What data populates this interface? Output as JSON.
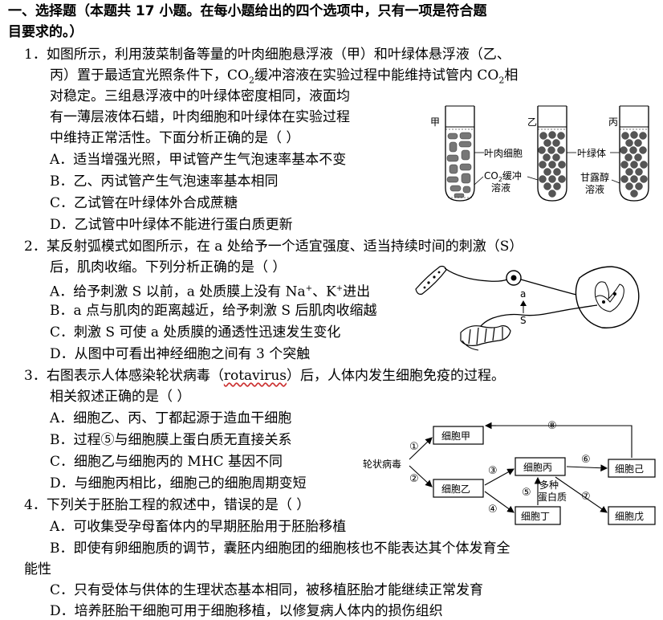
{
  "section": {
    "title_line1": "一、选择题（本题共 17 小题。在每小题给出的四个选项中，只有一项是符合题",
    "title_line2": "目要求的。）"
  },
  "q1": {
    "l1": "1．如图所示，利用菠菜制备等量的叶肉细胞悬浮液（甲）和叶绿体悬浮液（乙、",
    "l2a": "丙）置于最适宜光照条件下，CO",
    "l2b": "缓冲溶液在实验过程中能维持试管内 CO",
    "l2c": "相",
    "l3": "对稳定。三组悬浮液中的叶绿体密度相同，液面均",
    "l4": "有一薄层液体石蜡，叶肉细胞和叶绿体在实验过程",
    "l5": "中维持正常活性。下面分析正确的是（    ）",
    "A": "A．适当增强光照，甲试管产生气泡速率基本不变",
    "B": "B．乙、丙试管产生气泡速率基本相同",
    "C": "C．乙试管在叶绿体外合成蔗糖",
    "D": "D．乙试管中叶绿体不能进行蛋白质更新",
    "fig": {
      "jia": "甲",
      "yi": "乙",
      "bing": "丙",
      "meso": "叶肉细胞",
      "chloro": "叶绿体",
      "co2buf_a": "CO",
      "co2buf_b": "缓冲",
      "co2buf_c": "溶液",
      "glyc_a": "甘露醇",
      "glyc_b": "溶液",
      "sub2": "2"
    }
  },
  "q2": {
    "l1": "2．某反射弧模式如图所示，在 a 处给予一个适宜强度、适当持续时间的刺激（S）",
    "l2": "后，肌肉收缩。下列分析正确的是（    ）",
    "A": "A．给予刺激 S 以前，a 处质膜上没有 Na",
    "A2": "、K",
    "A3": "进出",
    "sup": "+",
    "B": "B．a 点与肌肉的距离越近，给予刺激 S 后肌肉收缩越",
    "C": "C．刺激 S 可使 a 处质膜的通透性迅速发生变化",
    "D": "D．从图中可看出神经细胞之间有 3 个突触",
    "fig": {
      "a": "a",
      "S": "S"
    }
  },
  "q3": {
    "l1a": "3．右图表示人体感染轮状病毒（",
    "l1b": "rotavirus",
    "l1c": "）后，人体内发生细胞免疫的过程。",
    "l2": "相关叙述正确的是（    ）",
    "A": "A．细胞乙、丙、丁都起源于造血干细胞",
    "B": "B．过程⑤与细胞膜上蛋白质无直接关系",
    "C": "C．细胞乙与细胞丙的 MHC 基因不同",
    "D": "D．与细胞丙相比，细胞己的细胞周期变短",
    "fig": {
      "virus": "轮状病毒",
      "jia": "细胞甲",
      "yi": "细胞乙",
      "bing": "细胞丙",
      "ding": "细胞丁",
      "ji": "细胞己",
      "wu": "细胞戊",
      "n1": "①",
      "n2": "②",
      "n3": "③",
      "n4": "④",
      "n5": "⑤",
      "n6": "⑥",
      "n7": "⑦",
      "n8": "⑧",
      "prot_a": "多种",
      "prot_b": "蛋白质"
    }
  },
  "q4": {
    "l1": "4．下列关于胚胎工程的叙述中，错误的是（    ）",
    "A": "A．可收集受孕母畜体内的早期胚胎用于胚胎移植",
    "B": "B．即使有卵细胞质的调节，囊胚内细胞团的细胞核也不能表达其个体发育全",
    "B2": "能性",
    "C": "C．只有受体与供体的生理状态基本相同，被移植胚胎才能继续正常发育",
    "D": "D．培养胚胎干细胞可用于细胞移植，以修复病人体内的损伤组织"
  }
}
